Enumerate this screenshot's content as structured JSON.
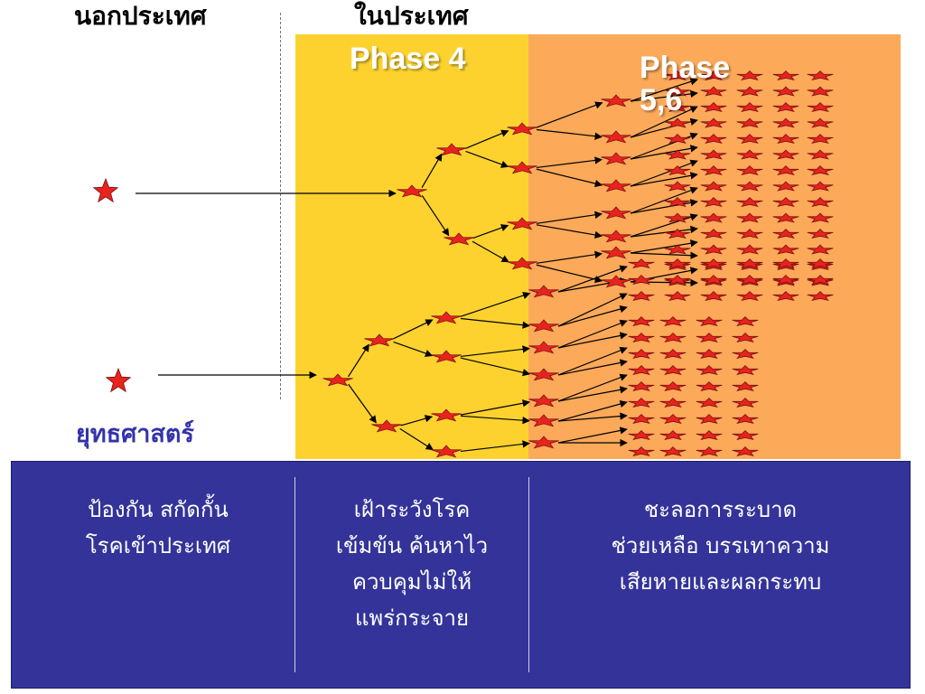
{
  "headers": {
    "abroad": "นอกประเทศ",
    "domestic": "ในประเทศ"
  },
  "phases": {
    "phase4": "Phase 4",
    "phase56_line1": "Phase",
    "phase56_line2": "5,6"
  },
  "strategy_label": "ยุทธศาสตร์",
  "panel": {
    "col1": [
      "ป้องกัน สกัดกั้น",
      "โรคเข้าประเทศ"
    ],
    "col2": [
      "เฝ้าระวังโรค",
      "เข้มข้น ค้นหาไว",
      "ควบคุมไม่ให้",
      "แพร่กระจาย"
    ],
    "col3": [
      "ชะลอการระบาด",
      "ช่วยเหลือ บรรเทาความ",
      "เสียหายและผลกระทบ"
    ]
  },
  "colors": {
    "phase4_zone": "#FDD22F",
    "phase56_zone": "#FCA95A",
    "panel_bg": "#333399",
    "star_fill": "#E8231E",
    "strategy_text": "#3333AA"
  },
  "icons": {
    "marker": "star-icon"
  }
}
